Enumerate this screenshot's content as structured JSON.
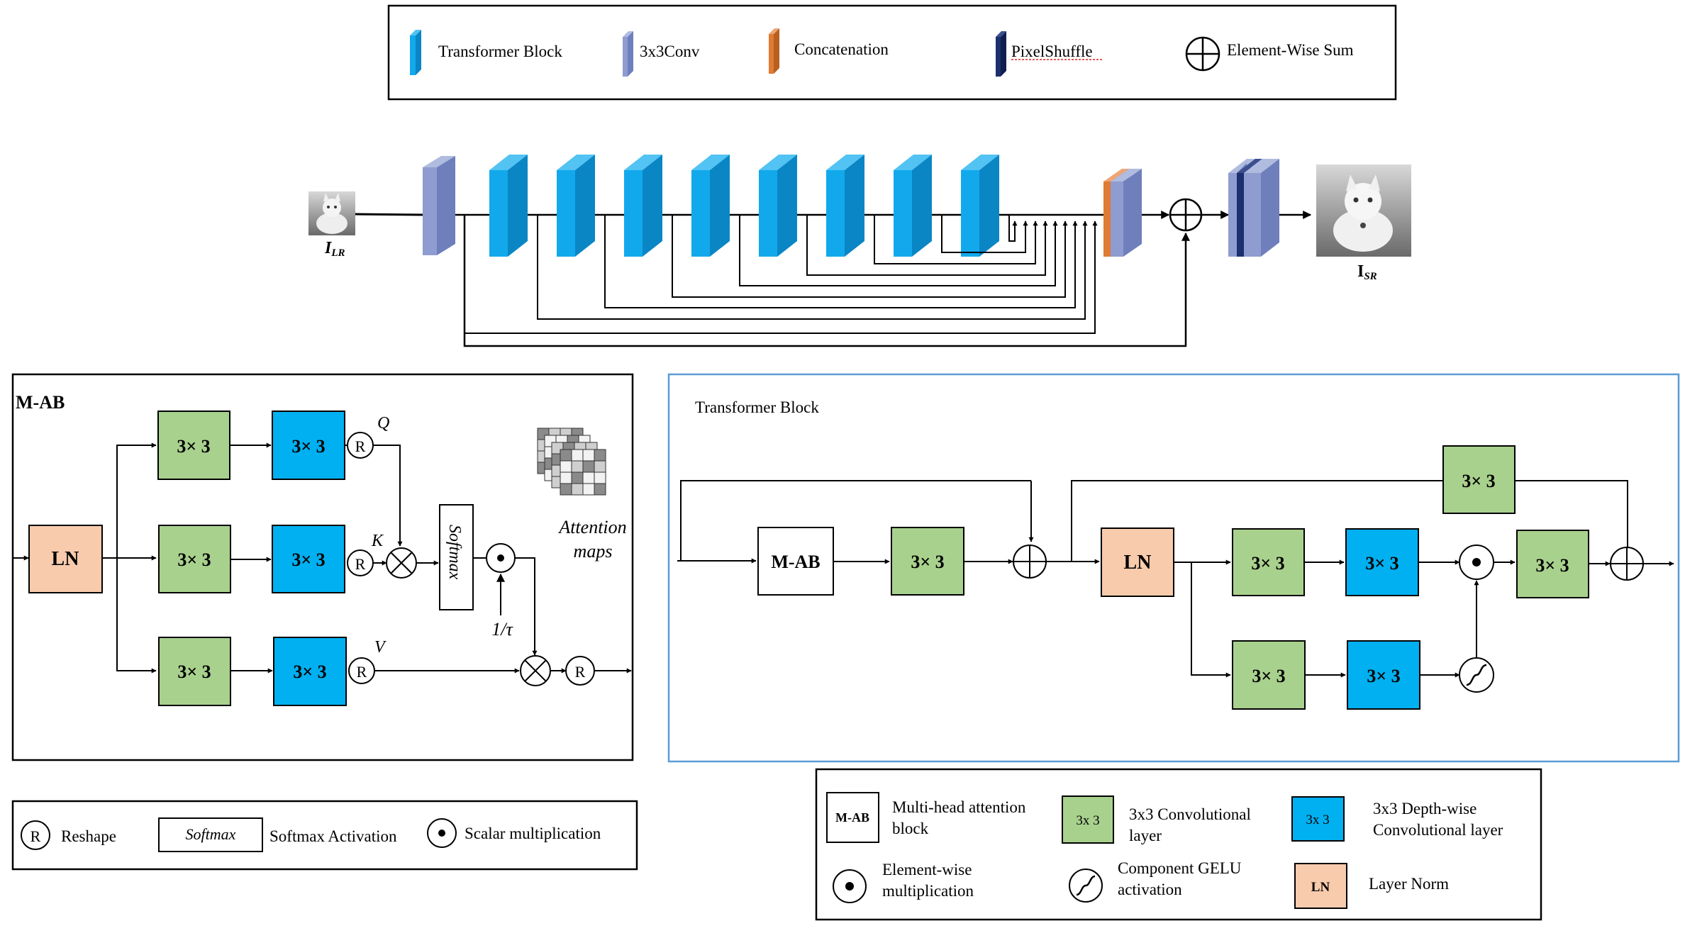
{
  "colors": {
    "transformer_block": "#12A9EC",
    "transformer_side": "#0A86C5",
    "conv3x3": "#8E9CCF",
    "conv3x3_side": "#6E7FBC",
    "concat": "#E07B33",
    "pixelshuffle": "#1C2F6E",
    "green": "#A9D18E",
    "blue": "#00B0F0",
    "ln": "#F8CBAD",
    "panel_border": "#5B9BD5"
  },
  "legend_top": {
    "transformer_block": "Transformer Block",
    "conv": "3x3Conv",
    "concat": "Concatenation",
    "pixelshuffle": "PixelShuffle",
    "sum": "Element-Wise Sum"
  },
  "pipeline": {
    "input_label": "I",
    "input_sub": "LR",
    "output_label": "I",
    "output_sub": "SR",
    "input_icon": "cat-photo-small",
    "output_icon": "cat-photo-large"
  },
  "mab": {
    "title": "M-AB",
    "ln": "LN",
    "conv": "3× 3",
    "dwconv": "3× 3",
    "reshape": "R",
    "q": "Q",
    "k": "K",
    "v": "V",
    "softmax": "Softmax",
    "tau": "1/τ",
    "attn1": "Attention",
    "attn2": "maps"
  },
  "legend_mab": {
    "reshape": "Reshape",
    "reshape_symbol": "R",
    "softmax_box": "Softmax",
    "softmax_text": "Softmax Activation",
    "scalar": "Scalar multiplication"
  },
  "tblock": {
    "title": "Transformer Block",
    "mab": "M-AB",
    "ln": "LN",
    "conv": "3× 3",
    "dwconv": "3× 3"
  },
  "legend_tb": {
    "mab_box": "M-AB",
    "mab_text1": "Multi-head attention",
    "mab_text2": "block",
    "conv_box": "3x 3",
    "conv_text1": "3x3 Convolutional",
    "conv_text2": "layer",
    "dw_box": "3x 3",
    "dw_text1": "3x3 Depth-wise",
    "dw_text2": "Convolutional layer",
    "ew_text1": "Element-wise",
    "ew_text2": "multiplication",
    "gelu_text1": "Component GELU",
    "gelu_text2": "activation",
    "ln_box": "LN",
    "ln_text": "Layer Norm"
  }
}
